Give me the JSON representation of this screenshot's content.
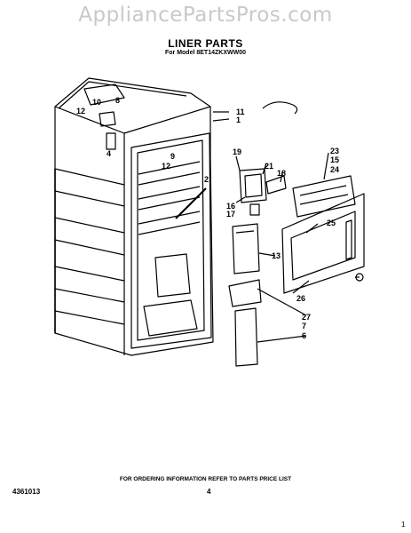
{
  "watermark": "AppliancePartsPros.com",
  "title": "LINER PARTS",
  "subtitle": "For Model 8ET14ZKXWW00",
  "footer_note": "FOR ORDERING INFORMATION REFER TO PARTS PRICE LIST",
  "document_number": "4361013",
  "page_number": "4",
  "corner_number": "1",
  "callouts": {
    "c12a": "12",
    "c10": "10",
    "c8": "8",
    "c4": "4",
    "c9": "9",
    "c12b": "12",
    "c2": "2",
    "c11": "11",
    "c1": "1",
    "c19": "19",
    "c21": "21",
    "c18": "18",
    "c16": "16",
    "c17": "17",
    "c23": "23",
    "c15": "15",
    "c24": "24",
    "c25": "25",
    "c13": "13",
    "c26": "26",
    "c27": "27",
    "c7": "7",
    "c6": "6"
  }
}
